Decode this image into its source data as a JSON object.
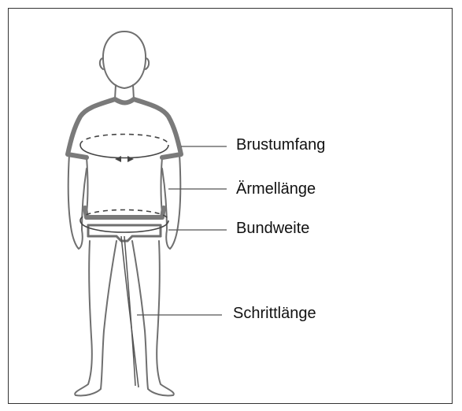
{
  "labels": {
    "chest": "Brustumfang",
    "sleeve": "Ärmellänge",
    "waist": "Bundweite",
    "inseam": "Schrittlänge"
  },
  "colors": {
    "outline": "#6f6f6f",
    "shirt": "#7a7a7a",
    "leader_line": "#555555",
    "text": "#111111",
    "frame": "#333333"
  },
  "icons": {
    "figure": "human-figure-measurement-icon"
  }
}
